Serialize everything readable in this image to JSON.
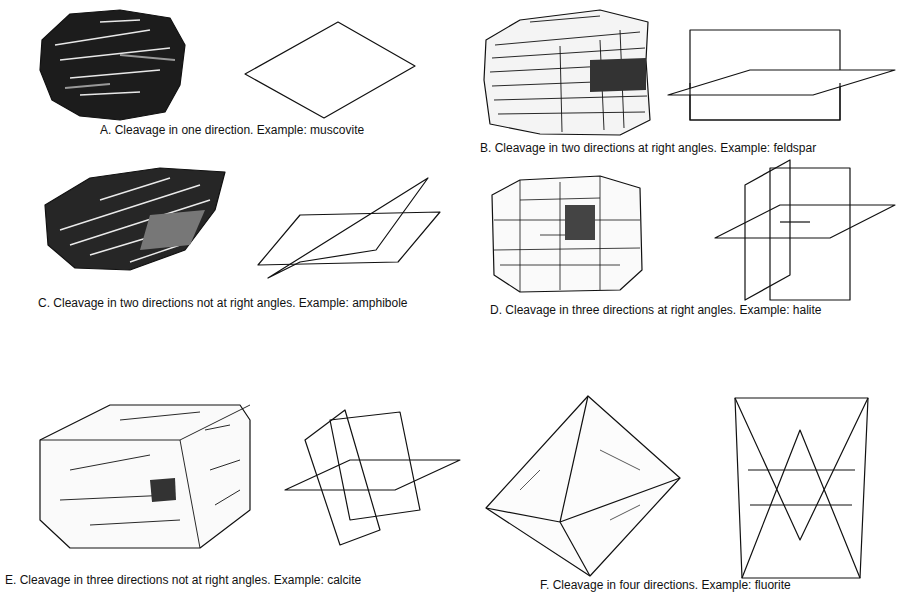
{
  "diagram": {
    "labels": [
      "A. Cleavage in one direction. Example: muscovite",
      "B. Cleavage in two directions at right angles. Example: feldspar",
      "C. Cleavage in two directions not at right angles. Example: amphibole",
      "D. Cleavage in three directions at right angles. Example: halite",
      "E. Cleavage in three directions not at right angles. Example: calcite",
      "F. Cleavage in four directions. Example: fluorite"
    ]
  }
}
